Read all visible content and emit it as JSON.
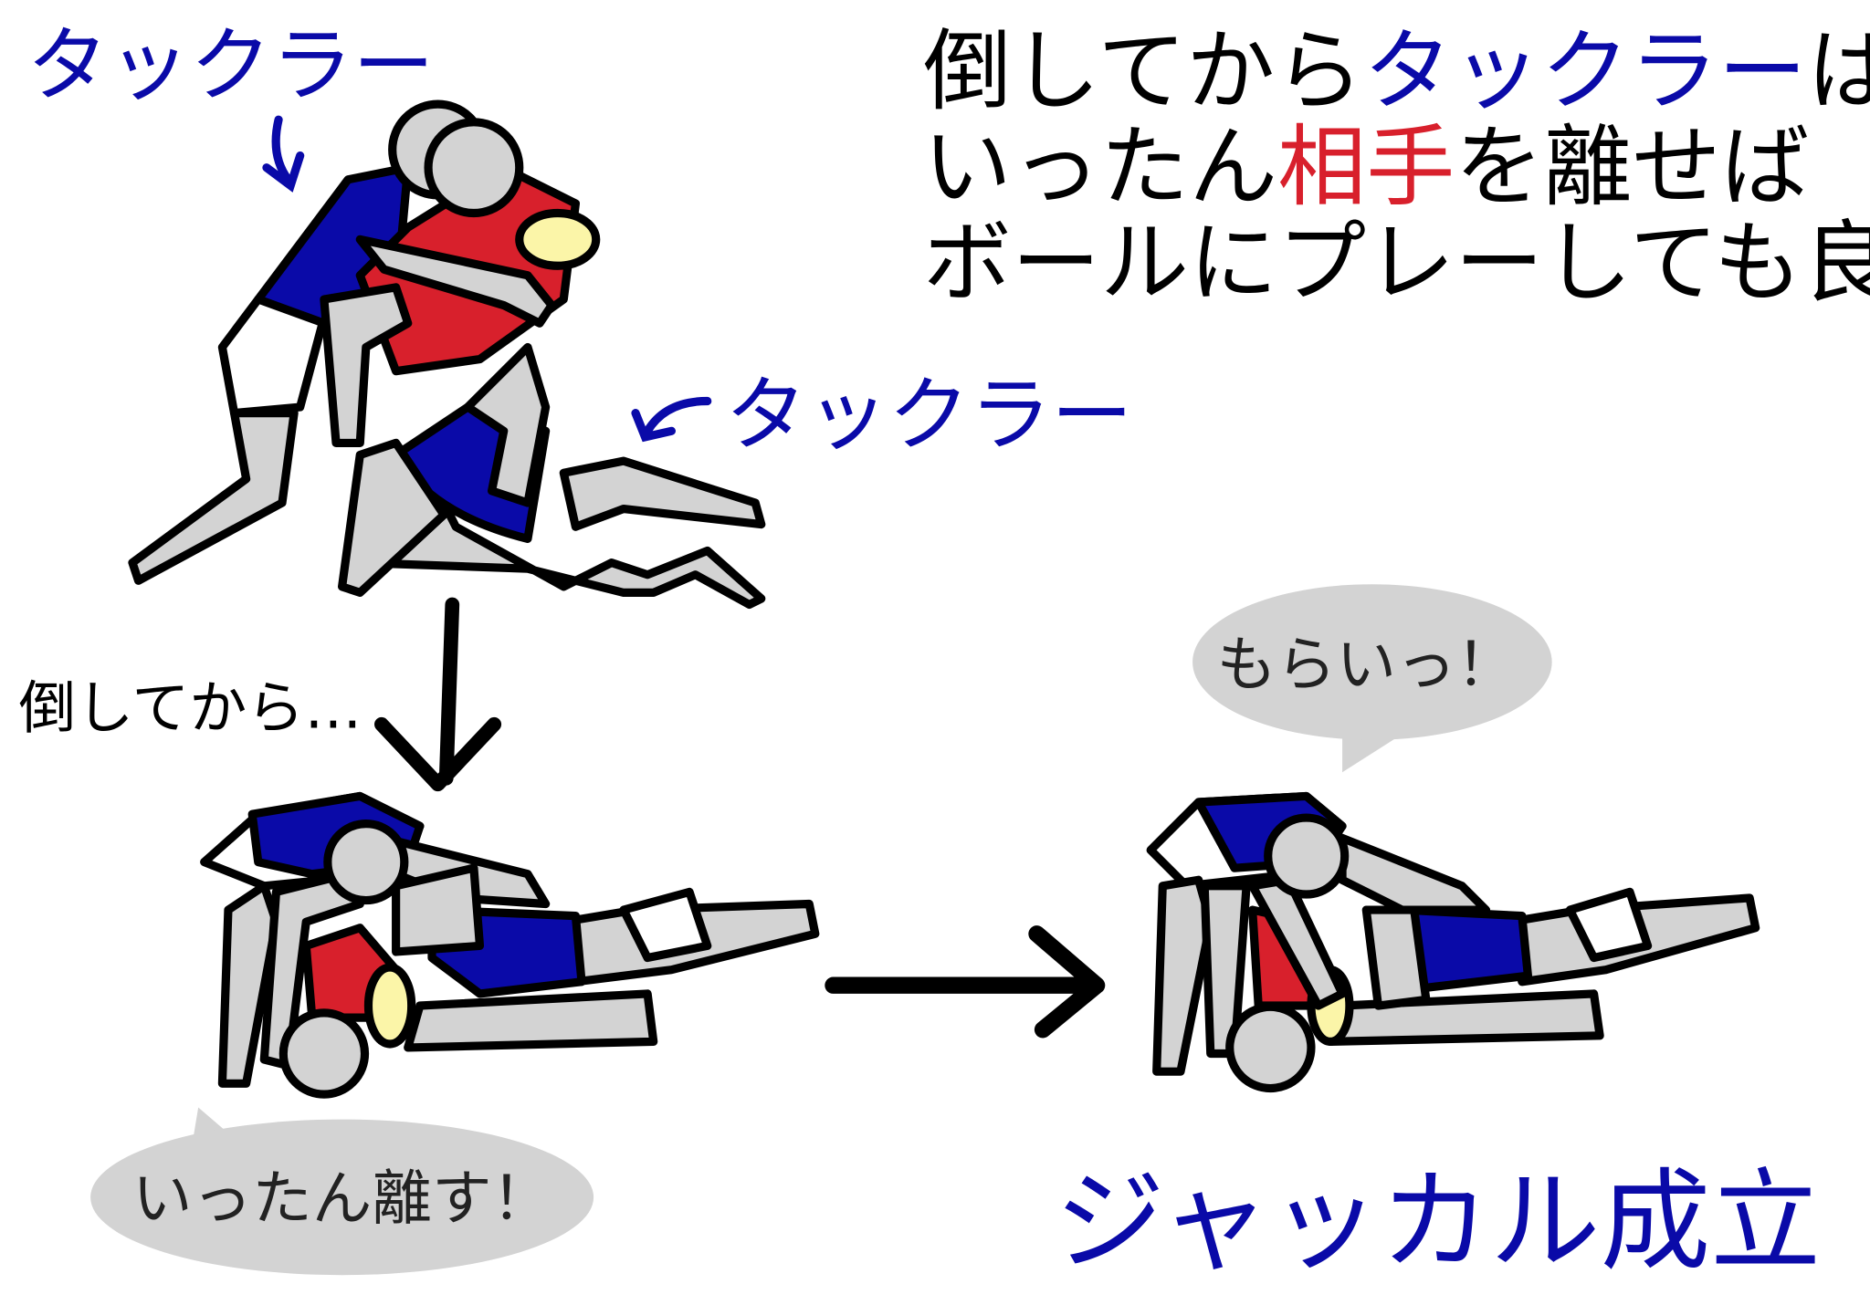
{
  "labels": {
    "tackler_top": "タックラー",
    "tackler_mid": "タックラー",
    "after_down": "倒してから…",
    "jackal": "ジャッカル成立"
  },
  "headline": {
    "line1": [
      {
        "text": "倒してから",
        "color": "#000000"
      },
      {
        "text": "タックラー",
        "color": "#0a0aa8"
      },
      {
        "text": "は",
        "color": "#000000"
      }
    ],
    "line2": [
      {
        "text": "いったん",
        "color": "#000000"
      },
      {
        "text": "相手",
        "color": "#d8202c"
      },
      {
        "text": "を離せば",
        "color": "#000000"
      }
    ],
    "line3": [
      {
        "text": "ボールにプレーしても良い",
        "color": "#000000"
      }
    ]
  },
  "bubbles": {
    "release": "いったん離す！",
    "steal": "もらいっ！"
  },
  "colors": {
    "blue": "#0a0aa8",
    "red": "#d8202c",
    "gray": "#d3d3d3",
    "ball": "#fbf5a8",
    "bubble": "#d3d3d3"
  }
}
